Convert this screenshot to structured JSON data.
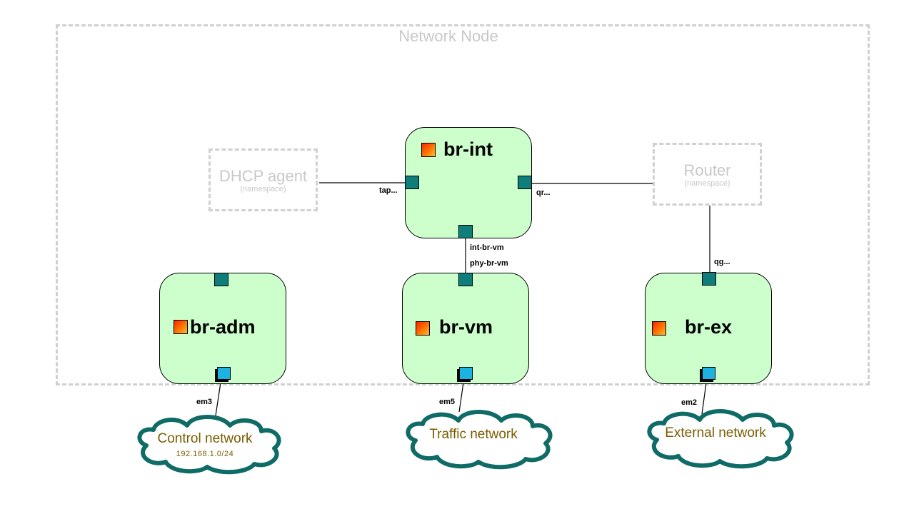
{
  "network_node": {
    "title": "Network Node"
  },
  "namespaces": {
    "dhcp": {
      "title": "DHCP agent",
      "subtitle": "(namespace)"
    },
    "router": {
      "title": "Router",
      "subtitle": "(namespace)"
    }
  },
  "bridges": {
    "br_int": {
      "label": "br-int"
    },
    "br_adm": {
      "label": "br-adm"
    },
    "br_vm": {
      "label": "br-vm"
    },
    "br_ex": {
      "label": "br-ex"
    }
  },
  "ports": {
    "tap": "tap...",
    "qr": "qr...",
    "int_br_vm": "int-br-vm",
    "phy_br_vm": "phy-br-vm",
    "qg": "qg...",
    "em3": "em3",
    "em5": "em5",
    "em2": "em2"
  },
  "networks": {
    "control": {
      "label": "Control network",
      "subnet": "192.168.1.0/24"
    },
    "traffic": {
      "label": "Traffic network"
    },
    "external": {
      "label": "External network"
    }
  },
  "colors": {
    "bridge_fill": "#ccffcc",
    "port_fill": "#0f7e7b",
    "physical_port_fill": "#1cb3e2",
    "cloud_outline": "#0f6b66",
    "cloud_text": "#7a5c00",
    "dashed_border": "#d0d0d0"
  }
}
